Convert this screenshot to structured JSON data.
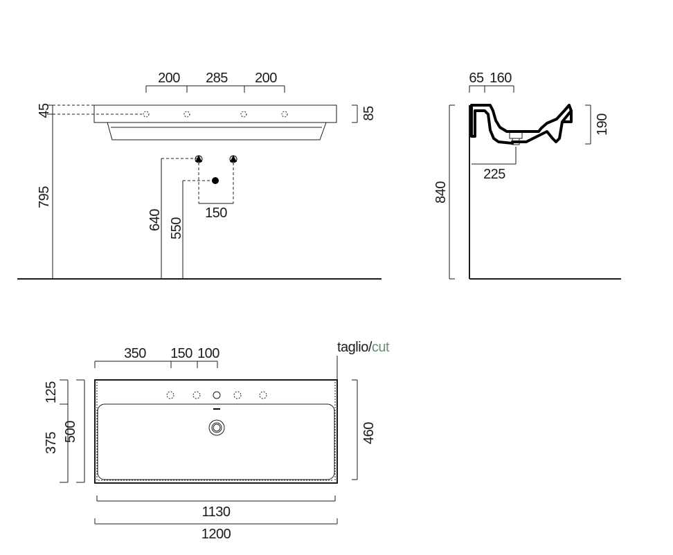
{
  "front_view": {
    "top_dims": [
      "200",
      "285",
      "200"
    ],
    "left_small": "45",
    "right_height": "85",
    "total_height": "795",
    "pipe_spacing": "150",
    "inlet_height": "640",
    "drain_height": "550"
  },
  "side_view": {
    "top_dims": [
      "65",
      "160"
    ],
    "basin_depth": "190",
    "inner_depth": "225",
    "total_height": "840"
  },
  "plan_view": {
    "top_dims": [
      "350",
      "150",
      "100"
    ],
    "cut_label": "taglio/",
    "cut_label_en": "cut",
    "left_top": "125",
    "left_bottom": "375",
    "left_total": "500",
    "right_depth": "460",
    "inner_width": "1130",
    "total_width": "1200"
  }
}
